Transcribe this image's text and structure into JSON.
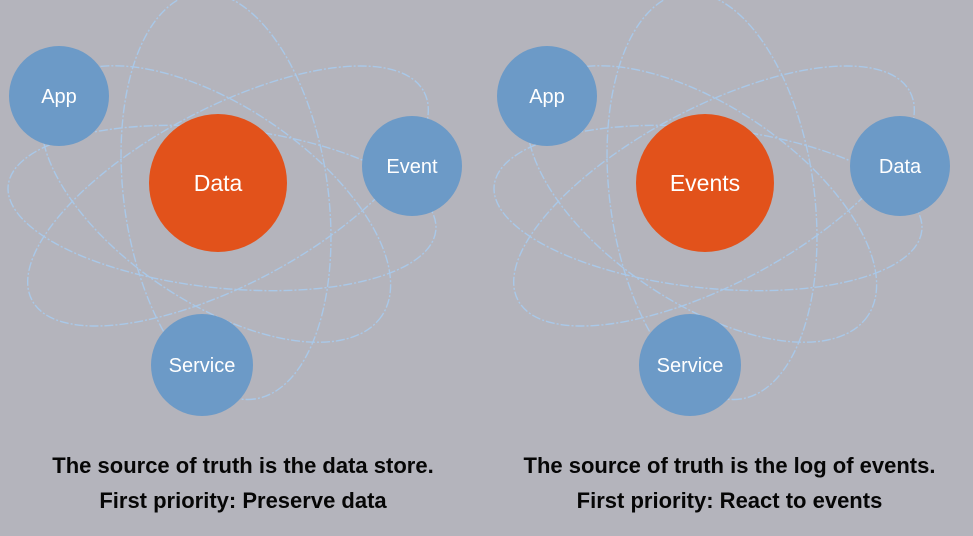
{
  "colors": {
    "background": "#B4B4BC",
    "orbit_line": "#A9C8E8",
    "nucleus_orange": "#E2521B",
    "satellite_blue": "#6C9AC7",
    "node_label_white": "#FFFFFF",
    "caption_black": "#060606"
  },
  "diagrams": [
    {
      "id": "data-centric",
      "center": {
        "label": "Data"
      },
      "satellites": [
        {
          "label": "App"
        },
        {
          "label": "Event"
        },
        {
          "label": "Service"
        }
      ],
      "caption_line1": "The source of truth is the data store.",
      "caption_line2": "First priority: Preserve data"
    },
    {
      "id": "event-centric",
      "center": {
        "label": "Events"
      },
      "satellites": [
        {
          "label": "App"
        },
        {
          "label": "Data"
        },
        {
          "label": "Service"
        }
      ],
      "caption_line1": "The source of truth is the log of events.",
      "caption_line2": "First priority: React to events"
    }
  ]
}
